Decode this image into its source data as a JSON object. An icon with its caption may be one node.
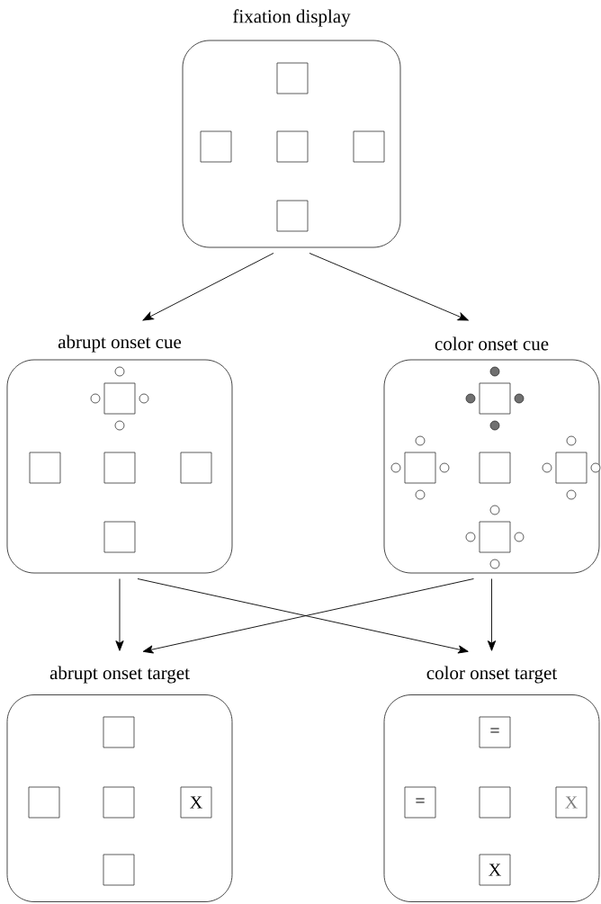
{
  "diagram": {
    "nodes": [
      {
        "text": [
          "fixation display"
        ]
      },
      {
        "text": [],
        "shape": "box",
        "in": 0
      },
      {
        "text": [],
        "shape": "box",
        "in": 0
      },
      {
        "text": [],
        "shape": "box",
        "in": 0
      },
      {
        "text": [],
        "shape": "box",
        "in": 0
      },
      {
        "text": [],
        "shape": "box",
        "in": 0
      },
      {
        "text": [
          "abrupt onset cue"
        ]
      },
      {
        "text": [],
        "shape": "box",
        "in": 6
      },
      {
        "text": [],
        "shape": "box",
        "in": 6
      },
      {
        "text": [],
        "shape": "box",
        "in": 6
      },
      {
        "text": [],
        "shape": "box",
        "in": 6
      },
      {
        "text": [],
        "shape": "box",
        "in": 6
      },
      {
        "text": [
          "color onset cue"
        ]
      },
      {
        "text": [],
        "shape": "box",
        "in": 12
      },
      {
        "text": [],
        "shape": "box",
        "in": 12
      },
      {
        "text": [],
        "shape": "box",
        "in": 12
      },
      {
        "text": [],
        "shape": "box",
        "in": 12
      },
      {
        "text": [],
        "shape": "box",
        "in": 12
      },
      {
        "text": [
          "abrupt onset target"
        ]
      },
      {
        "text": [],
        "shape": "box",
        "in": 18
      },
      {
        "text": [],
        "shape": "box",
        "in": 18
      },
      {
        "text": [],
        "shape": "box",
        "in": 18
      },
      {
        "text": [
          "X"
        ],
        "in": 18
      },
      {
        "text": [],
        "shape": "box",
        "in": 18
      },
      {
        "text": [
          "color onset target"
        ]
      },
      {
        "text": [
          "="
        ],
        "in": 24
      },
      {
        "text": [
          "="
        ],
        "in": 24
      },
      {
        "text": [],
        "shape": "box",
        "in": 24
      },
      {
        "text": [
          "X"
        ],
        "in": 24
      },
      {
        "text": [
          "X"
        ],
        "in": 24
      }
    ],
    "edges": [
      {
        "from": 0,
        "to": 6,
        "arrow": "to"
      },
      {
        "from": 0,
        "to": 12,
        "arrow": "to"
      },
      {
        "from": 6,
        "to": 18,
        "arrow": "to"
      },
      {
        "from": 6,
        "to": 24,
        "arrow": "to"
      },
      {
        "from": 12,
        "to": 18,
        "arrow": "to"
      },
      {
        "from": 12,
        "to": 24,
        "arrow": "to"
      }
    ]
  }
}
